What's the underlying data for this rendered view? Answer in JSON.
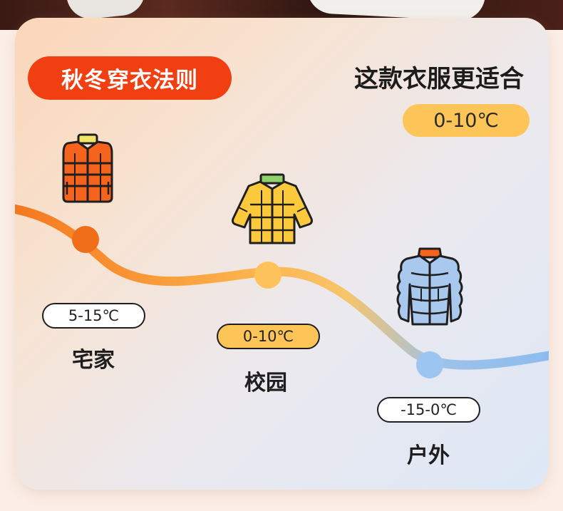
{
  "header": {
    "title": "秋冬穿衣法则",
    "suit_label": "这款衣服更适合",
    "suit_temp": "0-10℃"
  },
  "scenes": [
    {
      "place": "宅家",
      "temp": "5-15℃",
      "icon": "orange-down-vest-icon"
    },
    {
      "place": "校园",
      "temp": "0-10℃",
      "icon": "yellow-puffer-jacket-icon"
    },
    {
      "place": "户外",
      "temp": "-15-0℃",
      "icon": "blue-long-down-coat-icon"
    }
  ],
  "colors": {
    "title_pill": "#f23f12",
    "highlight_pill": "#fdc457",
    "curve_start": "#f5781e",
    "curve_mid": "#fdbf58",
    "curve_end": "#8fbdee"
  }
}
